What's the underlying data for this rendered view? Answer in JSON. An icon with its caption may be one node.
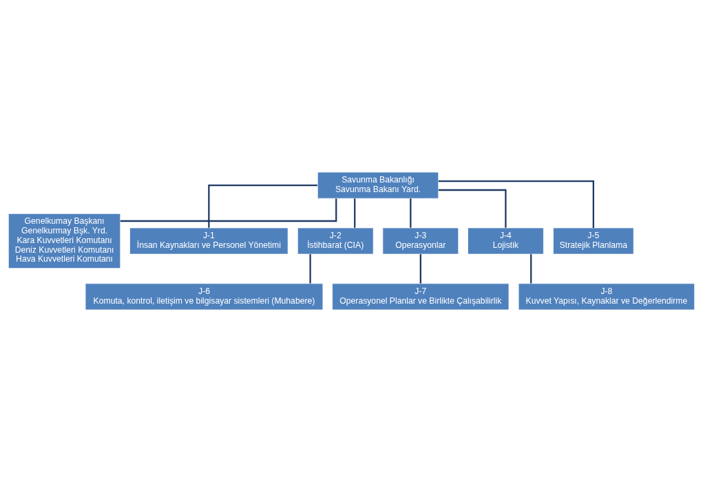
{
  "diagram": {
    "nodes": [
      {
        "text": [
          "Savunma Bakanlığı",
          "Savunma Bakanı Yard."
        ]
      },
      {
        "text": [
          "Genelkumay Başkanı",
          "Genelkurmay Bşk. Yrd.",
          "Kara Kuvvetleri Komutanı",
          "Deniz Kuvvetleri Komutanı",
          "Hava Kuvvetleri Komutanı"
        ]
      },
      {
        "text": [
          "J-1",
          "İnsan Kaynakları ve Personel Yönetimi"
        ]
      },
      {
        "text": [
          "J-2",
          "İstihbarat (CIA)"
        ]
      },
      {
        "text": [
          "J-3",
          "Operasyonlar"
        ]
      },
      {
        "text": [
          "J-4",
          "Lojistik"
        ]
      },
      {
        "text": [
          "J-5",
          "Stratejik Planlama"
        ]
      },
      {
        "text": [
          "J-6",
          "Komuta, kontrol, iletişim ve bilgisayar sistemleri (Muhabere)"
        ]
      },
      {
        "text": [
          "J-7",
          "Operasyonel Planlar ve Birlikte Çalışabilirlik"
        ]
      },
      {
        "text": [
          "J-8",
          "Kuvvet Yapısı, Kaynaklar ve Değerlendirme"
        ]
      }
    ],
    "edges": [
      {
        "from": 0,
        "to": 1,
        "arrow": "none"
      },
      {
        "from": 0,
        "to": 2,
        "arrow": "none"
      },
      {
        "from": 0,
        "to": 3,
        "arrow": "none"
      },
      {
        "from": 0,
        "to": 4,
        "arrow": "none"
      },
      {
        "from": 0,
        "to": 5,
        "arrow": "none"
      },
      {
        "from": 0,
        "to": 6,
        "arrow": "none"
      },
      {
        "from": 3,
        "to": 7,
        "arrow": "none"
      },
      {
        "from": 4,
        "to": 8,
        "arrow": "none"
      },
      {
        "from": 5,
        "to": 9,
        "arrow": "none"
      }
    ]
  }
}
